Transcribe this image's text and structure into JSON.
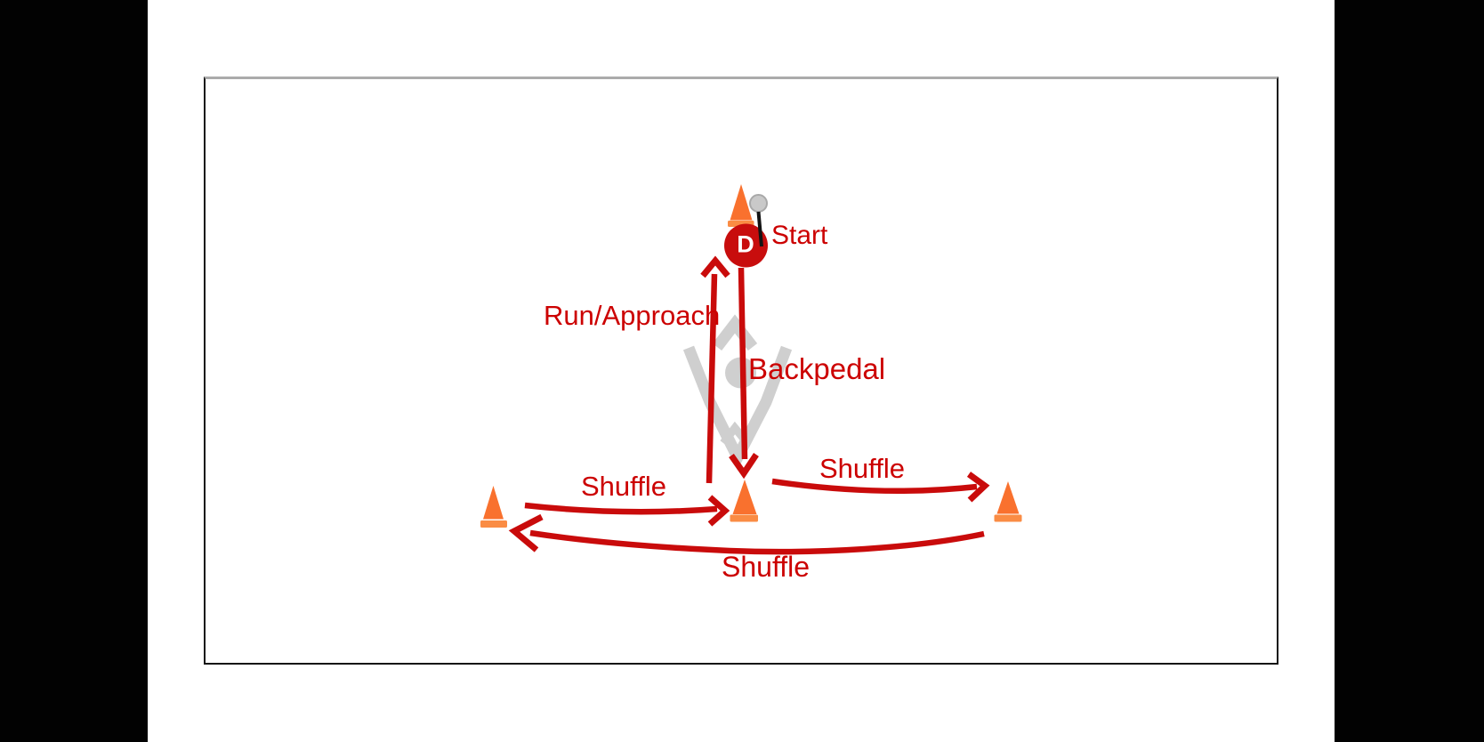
{
  "canvas": {
    "letterbox_color": "#020202",
    "background": "#FFFFFF"
  },
  "frame": {
    "border_color": "#141414",
    "top_border_color": "#ABABAB",
    "background": "#FFFFFF"
  },
  "diagram": {
    "start": {
      "label": "Start",
      "marker_letter": "D"
    },
    "movements": [
      {
        "label": "Run/Approach",
        "direction": "up",
        "segment": "center-cone-to-start"
      },
      {
        "label": "Backpedal",
        "direction": "down",
        "segment": "start-to-center-cone"
      },
      {
        "label": "Shuffle",
        "direction": "right",
        "segment": "left-cone-to-center-cone"
      },
      {
        "label": "Shuffle",
        "direction": "right",
        "segment": "center-cone-to-right-cone"
      },
      {
        "label": "Shuffle",
        "direction": "left",
        "segment": "right-cone-to-left-cone"
      }
    ],
    "icons": [
      {
        "name": "traffic-cone-icon",
        "count": 4
      },
      {
        "name": "lacrosse-stick-icon",
        "count": 1
      },
      {
        "name": "defender-marker-icon",
        "letter": "D"
      },
      {
        "name": "lacrosse-head-watermark-icon",
        "count": 1
      }
    ],
    "colors": {
      "arrow": "#C90B0B",
      "label_text": "#CC0000",
      "cone_body": "#F9712E",
      "cone_base": "#FA8C44",
      "marker_fill": "#C80D0D",
      "marker_letter": "#FFFFFF",
      "watermark": "#CFCFCF",
      "stick_head": "#C9C9C9",
      "stick_shaft": "#141414"
    }
  }
}
